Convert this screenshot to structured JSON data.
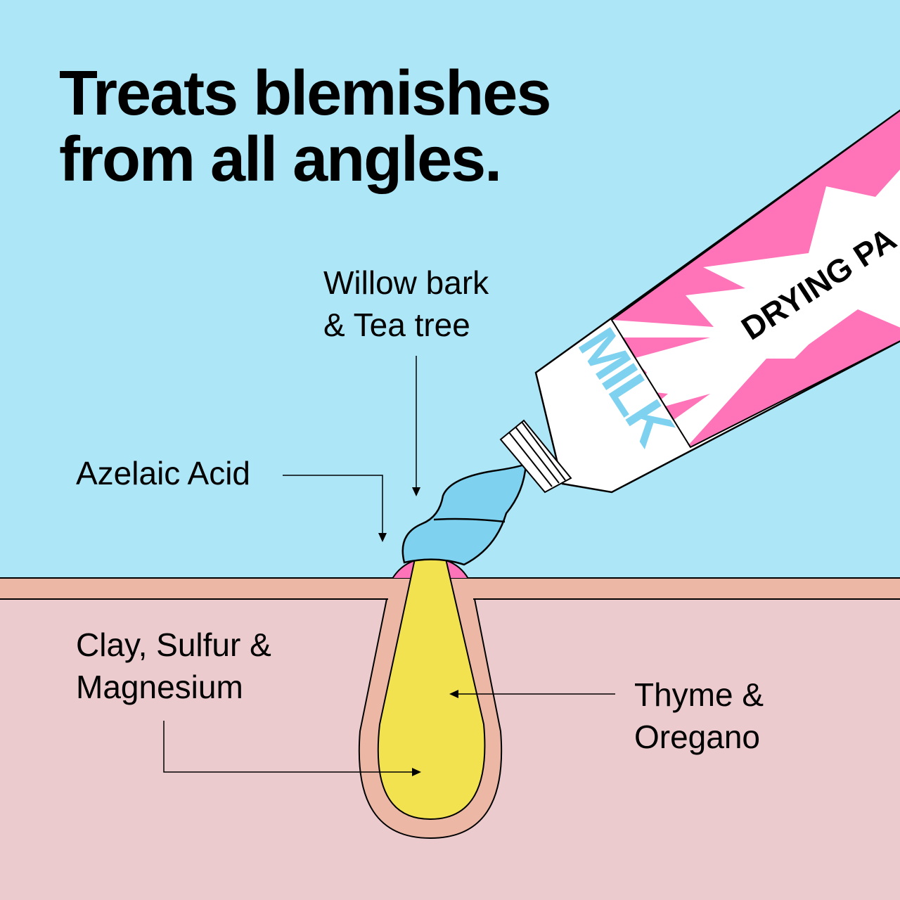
{
  "headline": {
    "line1": "Treats blemishes",
    "line2": "from all angles."
  },
  "product": {
    "name_text": "DRYING PA",
    "logo_text": "MILK"
  },
  "labels": {
    "willow": {
      "line1": "Willow bark",
      "line2": "& Tea tree"
    },
    "azelaic": {
      "line1": "Azelaic Acid"
    },
    "clay": {
      "line1": "Clay, Sulfur &",
      "line2": "Magnesium"
    },
    "thyme": {
      "line1": "Thyme &",
      "line2": "Oregano"
    }
  },
  "colors": {
    "sky": "#ade6f6",
    "skin_surface": "#ecb8a5",
    "dermis": "#ebcbcd",
    "blemish": "#f3e250",
    "paste": "#7fd2ef",
    "tube_pink": "#ff74b8",
    "inflamed": "#ff74b8"
  }
}
